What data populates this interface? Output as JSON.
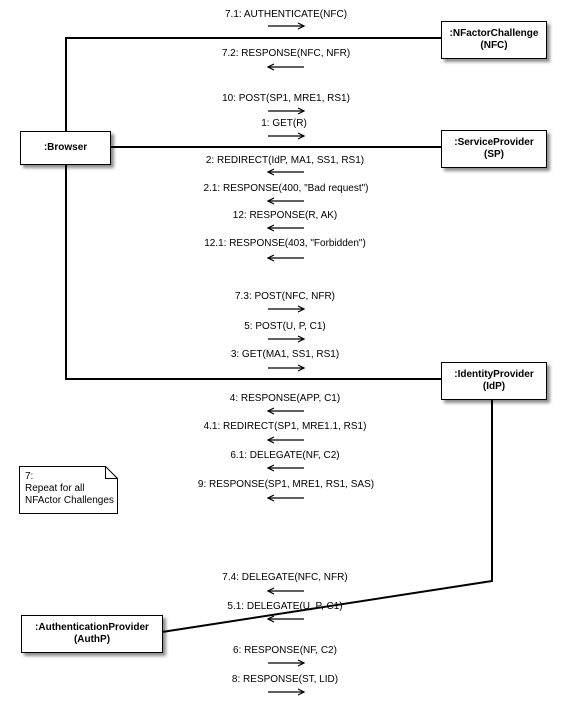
{
  "objects": {
    "nfactor": {
      "name": ":NFactorChallenge",
      "alias": "(NFC)"
    },
    "browser": {
      "name": ":Browser"
    },
    "service": {
      "name": ":ServiceProvider",
      "alias": "(SP)"
    },
    "identity": {
      "name": ":IdentityProvider",
      "alias": "(IdP)"
    },
    "auth": {
      "name": ":AuthenticationProvider",
      "alias": "(AuthP)"
    }
  },
  "messages": [
    {
      "id": "m71",
      "label": "7.1: AUTHENTICATE(NFC)",
      "direction": "right"
    },
    {
      "id": "m72",
      "label": "7.2: RESPONSE(NFC, NFR)",
      "direction": "left"
    },
    {
      "id": "m10",
      "label": "10: POST(SP1, MRE1, RS1)",
      "direction": "right"
    },
    {
      "id": "m1",
      "label": "1: GET(R)",
      "direction": "right"
    },
    {
      "id": "m2",
      "label": "2: REDIRECT(IdP, MA1, SS1, RS1)",
      "direction": "left"
    },
    {
      "id": "m21",
      "label": "2.1: RESPONSE(400, \"Bad request\")",
      "direction": "left"
    },
    {
      "id": "m12",
      "label": "12: RESPONSE(R, AK)",
      "direction": "left"
    },
    {
      "id": "m121",
      "label": "12.1: RESPONSE(403, \"Forbidden\")",
      "direction": "left"
    },
    {
      "id": "m73",
      "label": "7.3: POST(NFC, NFR)",
      "direction": "right"
    },
    {
      "id": "m5",
      "label": "5: POST(U, P, C1)",
      "direction": "right"
    },
    {
      "id": "m3",
      "label": "3: GET(MA1, SS1, RS1)",
      "direction": "right"
    },
    {
      "id": "m4",
      "label": "4: RESPONSE(APP, C1)",
      "direction": "left"
    },
    {
      "id": "m41",
      "label": "4.1: REDIRECT(SP1, MRE1.1, RS1)",
      "direction": "left"
    },
    {
      "id": "m61",
      "label": "6.1: DELEGATE(NF, C2)",
      "direction": "left"
    },
    {
      "id": "m9",
      "label": "9: RESPONSE(SP1, MRE1, RS1, SAS)",
      "direction": "left"
    },
    {
      "id": "m74",
      "label": "7.4: DELEGATE(NFC, NFR)",
      "direction": "left"
    },
    {
      "id": "m51",
      "label": "5.1: DELEGATE(U, P, C1)",
      "direction": "left"
    },
    {
      "id": "m6",
      "label": "6: RESPONSE(NF, C2)",
      "direction": "right"
    },
    {
      "id": "m8",
      "label": "8: RESPONSE(ST, LID)",
      "direction": "right"
    }
  ],
  "note": {
    "lines": [
      "7:",
      "Repeat for all",
      "NFActor Challenges"
    ]
  }
}
